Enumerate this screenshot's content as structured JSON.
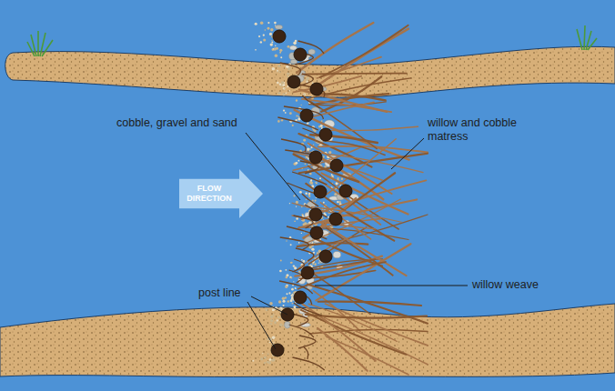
{
  "diagram": {
    "nodes": [
      {
        "text": [
          "FLOW DIRECTION"
        ]
      }
    ],
    "labels": [
      "cobble, gravel and sand",
      "willow and cobble matress",
      "willow weave",
      "post line"
    ]
  }
}
